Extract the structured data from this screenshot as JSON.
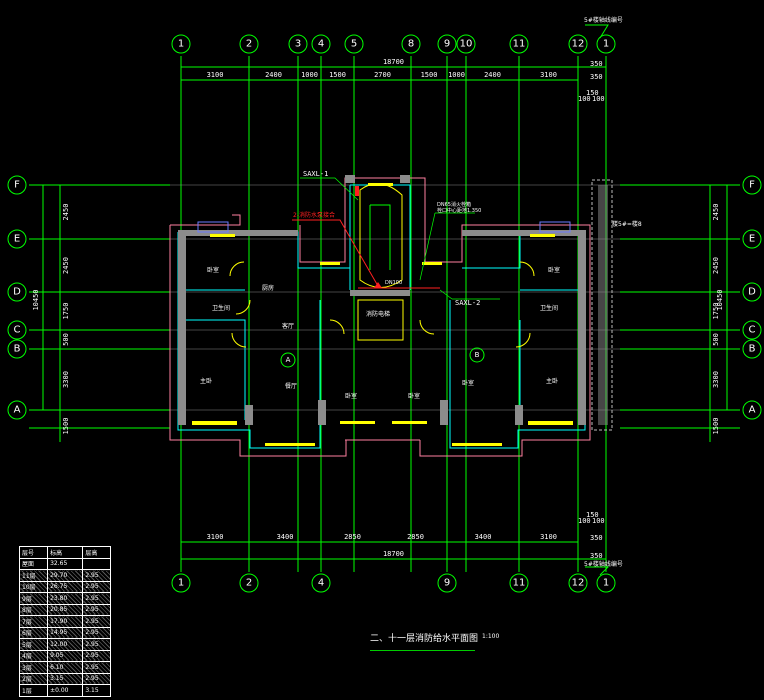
{
  "drawing": {
    "title": "二、十一层消防给水平面图",
    "scale": "1:100",
    "note_top_right": "5#楼轴线编号",
    "note_bottom_right": "5#楼轴线编号",
    "note_right_side": "楼5#=楼8",
    "riser_1": "SAXL-1",
    "riser_2": "SAXL-2",
    "pipe_note": "2-消防水泵接合",
    "valve_note_1": "DN65消火栓箱",
    "valve_note_2": "栓口中心距地1.350",
    "elevator_label": "消防电梯",
    "dn_label": "DN100",
    "unit_a": "A",
    "unit_b": "B"
  },
  "axes_top": [
    "1",
    "2",
    "3",
    "4",
    "5",
    "8",
    "9",
    "10",
    "11",
    "12",
    "1"
  ],
  "axes_bottom": [
    "1",
    "2",
    "4",
    "9",
    "11",
    "12",
    "1"
  ],
  "axes_left": [
    "F",
    "E",
    "D",
    "C",
    "B",
    "A"
  ],
  "axes_right": [
    "F",
    "E",
    "D",
    "C",
    "B",
    "A"
  ],
  "dims_top_total": "18700",
  "dims_top": [
    "3100",
    "2400",
    "1000",
    "1500",
    "2700",
    "1500",
    "1000",
    "2400",
    "3100"
  ],
  "dims_top_extra": [
    "350",
    "350",
    "150",
    "100",
    "100"
  ],
  "dims_bottom": [
    "3100",
    "3400",
    "2850",
    "2850",
    "3400",
    "3100"
  ],
  "dims_bottom_total": "18700",
  "dims_bottom_extra": [
    "150",
    "100",
    "100",
    "350",
    "350"
  ],
  "dims_left_total": "10450",
  "dims_left": [
    "2450",
    "2450",
    "1750",
    "500",
    "3300",
    "1500"
  ],
  "dims_right_total": "10450",
  "dims_right": [
    "2450",
    "2450",
    "1750",
    "500",
    "3300",
    "1500"
  ],
  "rooms": {
    "bedroom": "卧室",
    "kitchen": "厨房",
    "bath": "卫生间",
    "living": "客厅",
    "master": "主卧",
    "dining": "餐厅"
  },
  "level_table": {
    "headers": [
      "层号",
      "标高",
      "层高"
    ],
    "rows": [
      [
        "屋面",
        "32.65",
        ""
      ],
      [
        "11层",
        "29.70",
        "2.95"
      ],
      [
        "10层",
        "26.75",
        "2.95"
      ],
      [
        "9层",
        "23.80",
        "2.95"
      ],
      [
        "8层",
        "20.85",
        "2.95"
      ],
      [
        "7层",
        "17.90",
        "2.95"
      ],
      [
        "6层",
        "14.95",
        "2.95"
      ],
      [
        "5层",
        "12.00",
        "2.95"
      ],
      [
        "4层",
        "9.05",
        "2.95"
      ],
      [
        "3层",
        "6.10",
        "2.95"
      ],
      [
        "2层",
        "3.15",
        "2.95"
      ],
      [
        "1层",
        "±0.00",
        "3.15"
      ]
    ]
  }
}
